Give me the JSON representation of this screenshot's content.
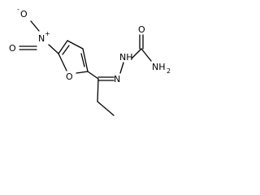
{
  "molecule": {
    "atoms": {
      "o_minus": "O",
      "minus_sign": "-",
      "n_plus": "N",
      "plus_sign": "+",
      "o_nitro": "O",
      "o_furan": "O",
      "n_hydrazone": "N",
      "nh": "NH",
      "o_carbonyl": "O",
      "nh2": "NH",
      "nh2_sub": "2"
    },
    "colors": {
      "bond": "#000000",
      "text": "#000000",
      "background": "#ffffff"
    }
  }
}
